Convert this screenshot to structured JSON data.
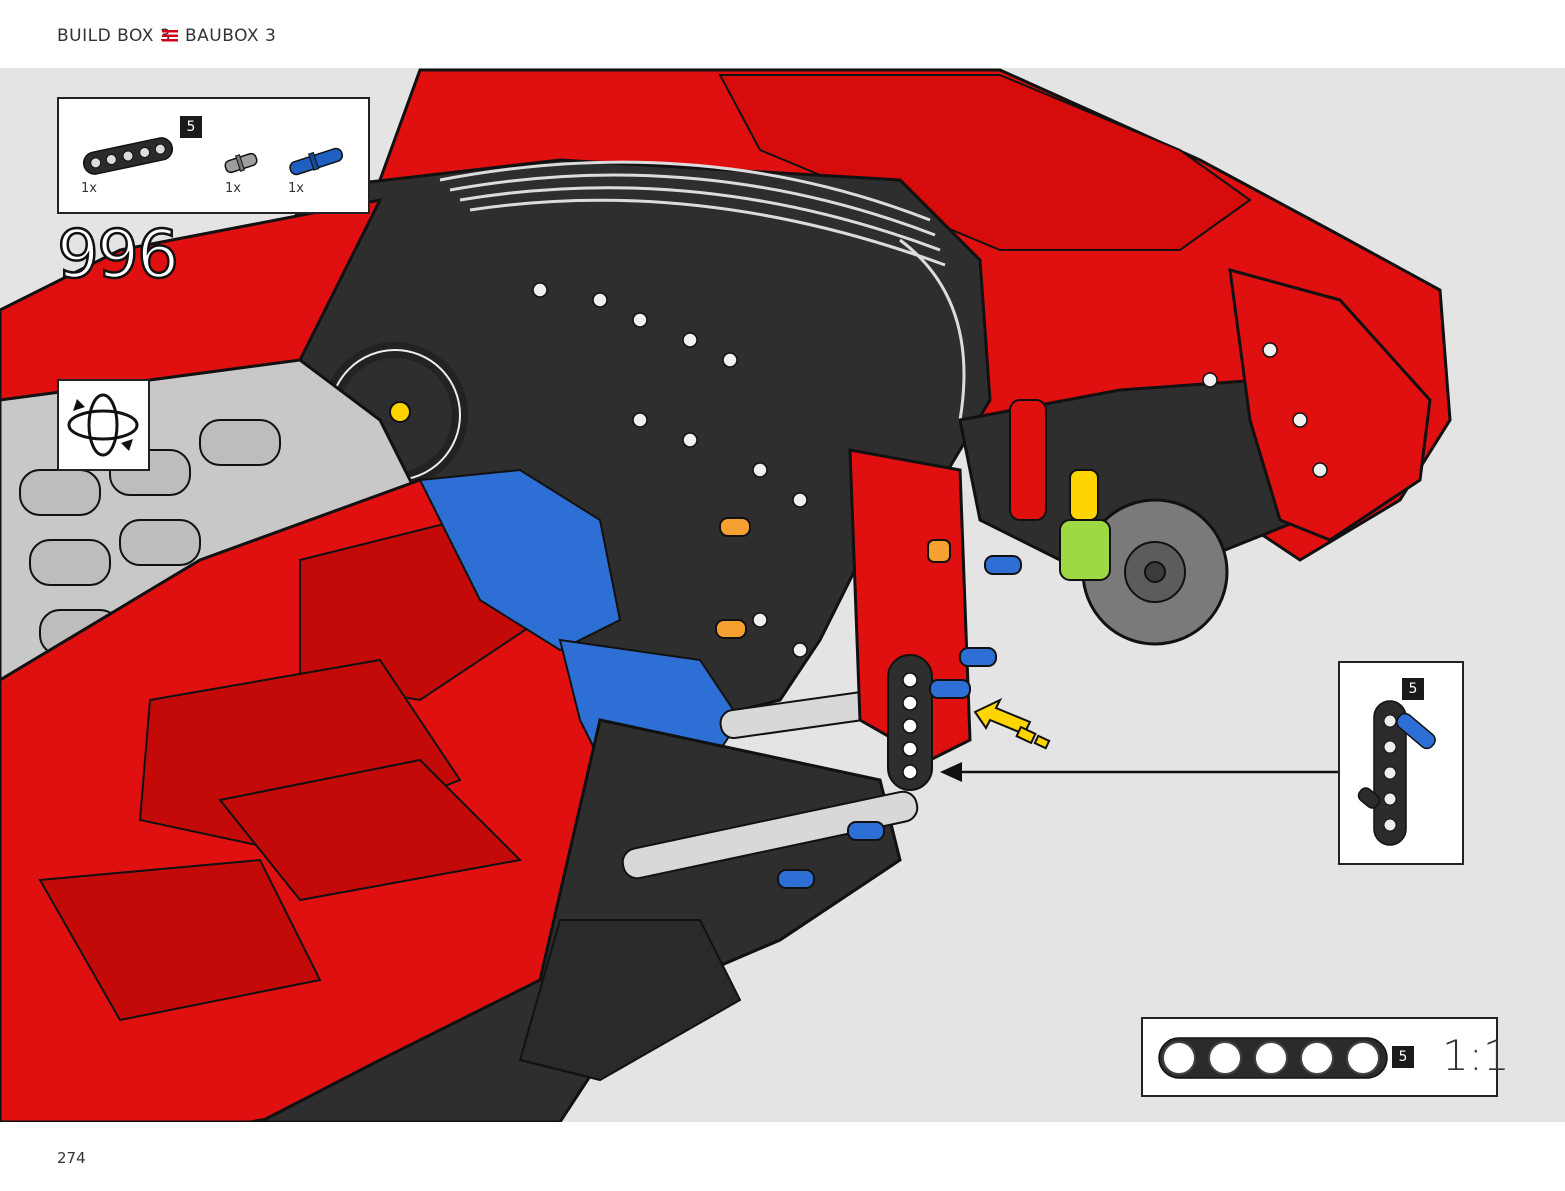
{
  "header": {
    "left": "BUILD BOX 3",
    "right": "BAUBOX 3",
    "separator_color": "#d0021b"
  },
  "parts_list": {
    "items": [
      {
        "name": "black-beam-5-icon",
        "qty": "1x",
        "color": "#2b2b2b"
      },
      {
        "name": "grey-pin-icon",
        "qty": "1x",
        "color": "#9e9e9e"
      },
      {
        "name": "blue-axle-pin-icon",
        "qty": "1x",
        "color": "#1f5fbf"
      }
    ],
    "badge": "5"
  },
  "step": {
    "number": "996"
  },
  "rotate_icon": "rotate-model-icon",
  "callout": {
    "badge": "5"
  },
  "scale_bar": {
    "badge": "5",
    "label": "1:1"
  },
  "page": {
    "number": "274"
  },
  "colors": {
    "red": "#e01010",
    "dark": "#2e2e2e",
    "blue": "#2e6fd6",
    "light_grey": "#c8c8c8",
    "yellow": "#ffd500",
    "orange": "#f5a030",
    "lime": "#9ed843",
    "background": "#e4e4e4"
  }
}
